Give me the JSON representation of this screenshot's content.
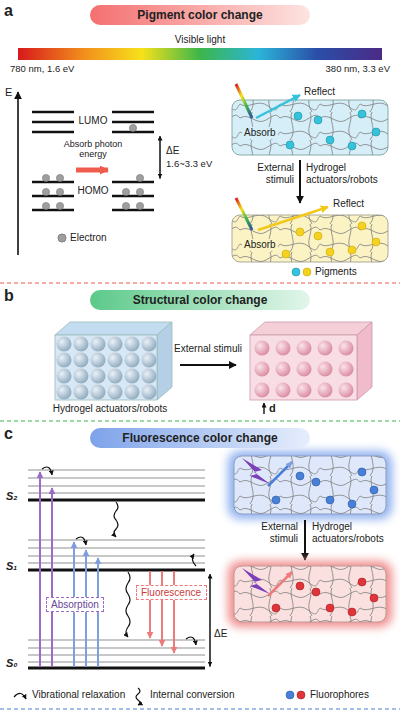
{
  "diagram": {
    "nodes": [
      {
        "text": [
          "Pigment color change"
        ]
      },
      {
        "text": [
          "Structural color change"
        ]
      },
      {
        "text": [
          "Fluorescence color change"
        ]
      },
      {
        "text": [
          "Absorption"
        ]
      },
      {
        "text": [
          "Fluorescence"
        ]
      }
    ],
    "labels": [
      "a",
      "Visible light",
      "780 nm, 1.6 eV",
      "380 nm, 3.3 eV",
      "E",
      "LUMO",
      "HOMO",
      "Absorb photon energy",
      "ΔE",
      "1.6~3.3 eV",
      "Reflect",
      "Absorb",
      "External stimuli",
      "Hydrogel actuators/robots",
      "Reflect",
      "Absorb",
      "b",
      "External stimuli",
      "Hydrogel actuators/robots",
      "d",
      "c",
      "S₂",
      "S₁",
      "S₀",
      "ΔE",
      "External stimuli",
      "Hydrogel actuators/robots"
    ],
    "legend": [
      {
        "text": "Electron",
        "color": "#9e9e9e"
      },
      {
        "text": "Pigments"
      },
      {
        "text": "Vibrational relaxation"
      },
      {
        "text": "Internal conversion"
      },
      {
        "text": "Fluorophores"
      }
    ]
  }
}
